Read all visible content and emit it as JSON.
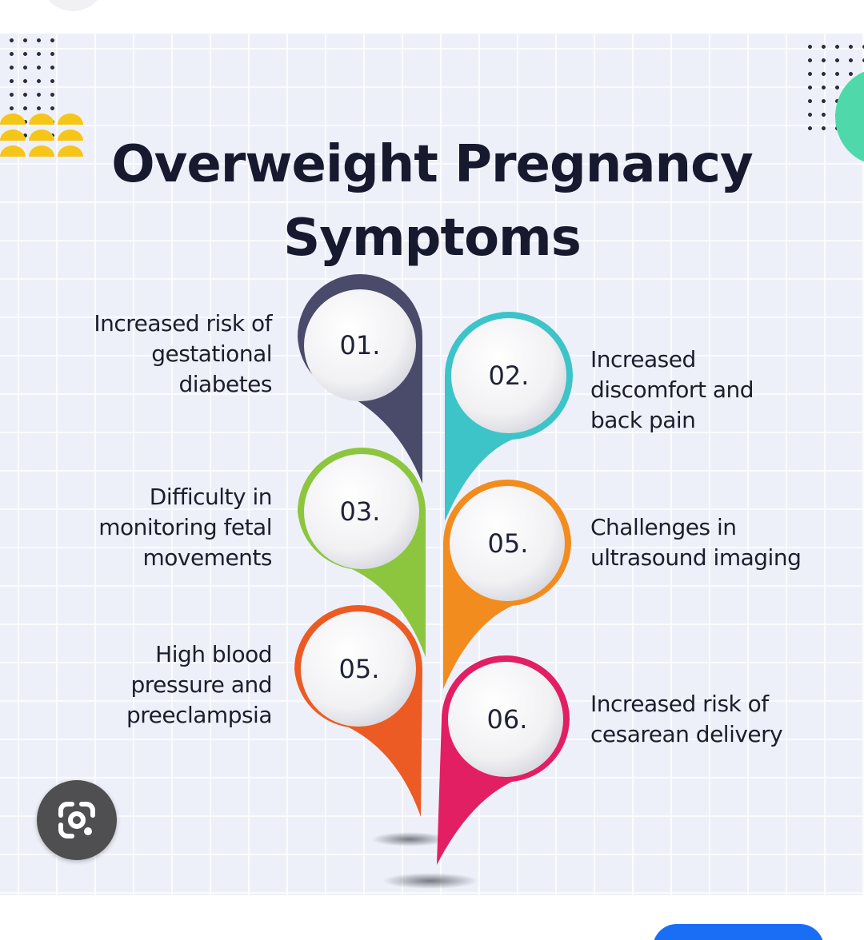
{
  "title": {
    "line1": "Overweight Pregnancy",
    "line2": "Symptoms"
  },
  "colors": {
    "background": "#eef0f9",
    "title": "#171a2e",
    "item_01": "#4a4a6a",
    "item_02": "#3cc4c8",
    "item_03": "#8cc63f",
    "item_04": "#f28c1e",
    "item_05": "#ec5b24",
    "item_06": "#e21f63",
    "decor_yellow": "#f5c518",
    "decor_teal": "#4fd9ab",
    "lens_button": "#4f4f52",
    "action_button": "#1a6ef5"
  },
  "items": [
    {
      "number": "01.",
      "lines": [
        "Increased risk of",
        "gestational",
        "diabetes"
      ]
    },
    {
      "number": "02.",
      "lines": [
        "Increased",
        "discomfort and",
        "back pain"
      ]
    },
    {
      "number": "03.",
      "lines": [
        "Difficulty in",
        "monitoring fetal",
        "movements"
      ]
    },
    {
      "number": "05.",
      "lines": [
        "Challenges in",
        "ultrasound imaging"
      ]
    },
    {
      "number": "05.",
      "lines": [
        "High blood",
        "pressure and",
        "preeclampsia"
      ]
    },
    {
      "number": "06.",
      "lines": [
        "Increased risk of",
        "cesarean delivery"
      ]
    }
  ],
  "icons": {
    "lens": "google-lens-icon"
  }
}
